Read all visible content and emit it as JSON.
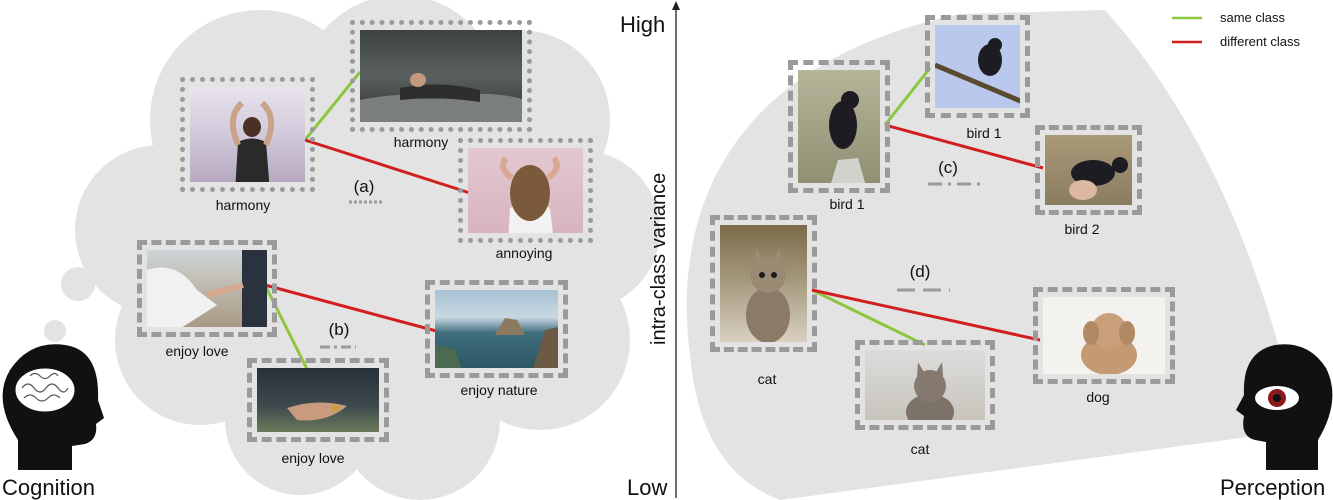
{
  "axis": {
    "high": "High",
    "low": "Low",
    "label": "intra-class variance"
  },
  "legend": {
    "same": "same class",
    "different": "different class",
    "same_color": "#8cc63f",
    "different_color": "#d11f1f"
  },
  "sides": {
    "left": "Cognition",
    "right": "Perception"
  },
  "groups": {
    "a": "(a)",
    "b": "(b)",
    "c": "(c)",
    "d": "(d)"
  },
  "labels": {
    "harmony_left": "harmony",
    "harmony_top": "harmony",
    "annoying": "annoying",
    "enjoy_love_top": "enjoy love",
    "enjoy_love_bottom": "enjoy love",
    "enjoy_nature": "enjoy nature",
    "bird1_left": "bird 1",
    "bird1_top": "bird 1",
    "bird2": "bird 2",
    "cat_left": "cat",
    "cat_bottom": "cat",
    "dog": "dog"
  },
  "icons": {
    "brain": "head-with-brain-icon",
    "eye": "head-with-eye-icon",
    "arrow": "axis-arrow-icon"
  }
}
